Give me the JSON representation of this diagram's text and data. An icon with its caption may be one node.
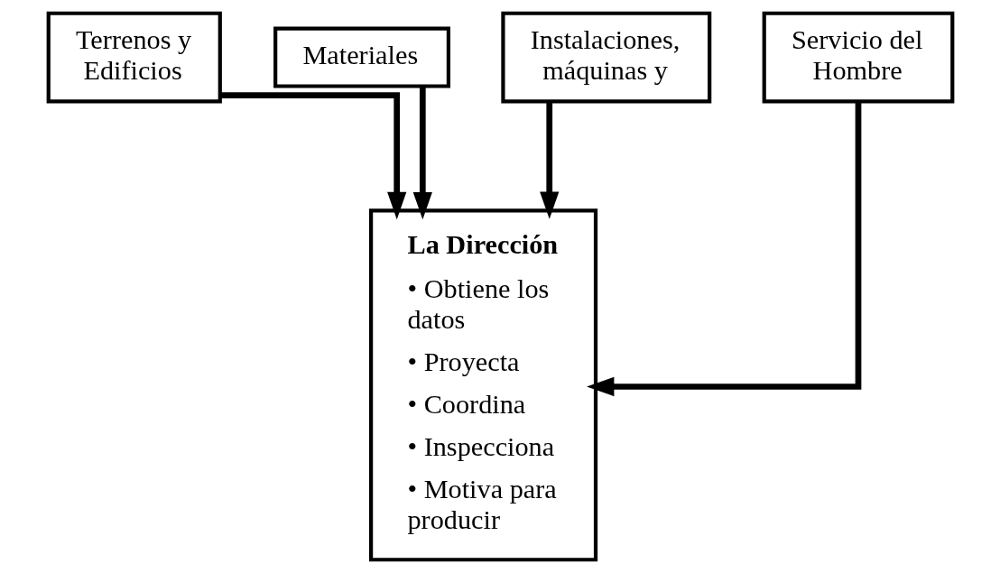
{
  "diagram": {
    "nodes": [
      {
        "text": [
          "Terrenos y Edificios"
        ]
      },
      {
        "text": [
          "Materiales"
        ]
      },
      {
        "text": [
          "Instalaciones, máquinas y"
        ]
      },
      {
        "text": [
          "Servicio del Hombre"
        ]
      },
      {
        "text": [
          "La Dirección",
          "• Obtiene los datos",
          "• Proyecta",
          "• Coordina",
          "• Inspecciona",
          "• Motiva para producir"
        ]
      }
    ],
    "edges": [
      {
        "from": 0,
        "to": 4,
        "arrow": "to"
      },
      {
        "from": 1,
        "to": 4,
        "arrow": "to"
      },
      {
        "from": 2,
        "to": 4,
        "arrow": "to"
      },
      {
        "from": 3,
        "to": 4,
        "arrow": "to"
      }
    ]
  }
}
